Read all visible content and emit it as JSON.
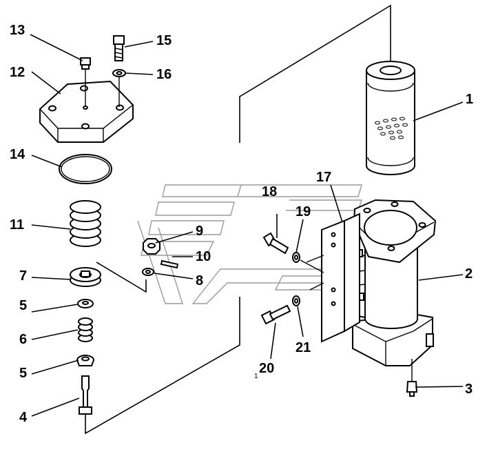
{
  "diagram": {
    "labels": {
      "l1": "1",
      "l2": "2",
      "l3": "3",
      "l4": "4",
      "l5a": "5",
      "l5b": "5",
      "l6": "6",
      "l7": "7",
      "l8": "8",
      "l9": "9",
      "l10": "10",
      "l11": "11",
      "l12": "12",
      "l13": "13",
      "l14": "14",
      "l15": "15",
      "l16": "16",
      "l17": "17",
      "l18": "18",
      "l19": "19",
      "l20": "20",
      "l21": "21"
    },
    "stray_mark": "1"
  }
}
